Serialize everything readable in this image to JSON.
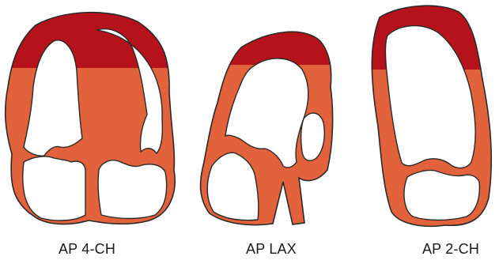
{
  "colors": {
    "apex": "#B5121B",
    "wall": "#E2623B",
    "stroke": "#2a2a2a",
    "cavity": "#ffffff"
  },
  "views": [
    {
      "id": "ap4ch",
      "label": "AP 4-CH"
    },
    {
      "id": "aplax",
      "label": "AP LAX"
    },
    {
      "id": "ap2ch",
      "label": "AP 2-CH"
    }
  ]
}
